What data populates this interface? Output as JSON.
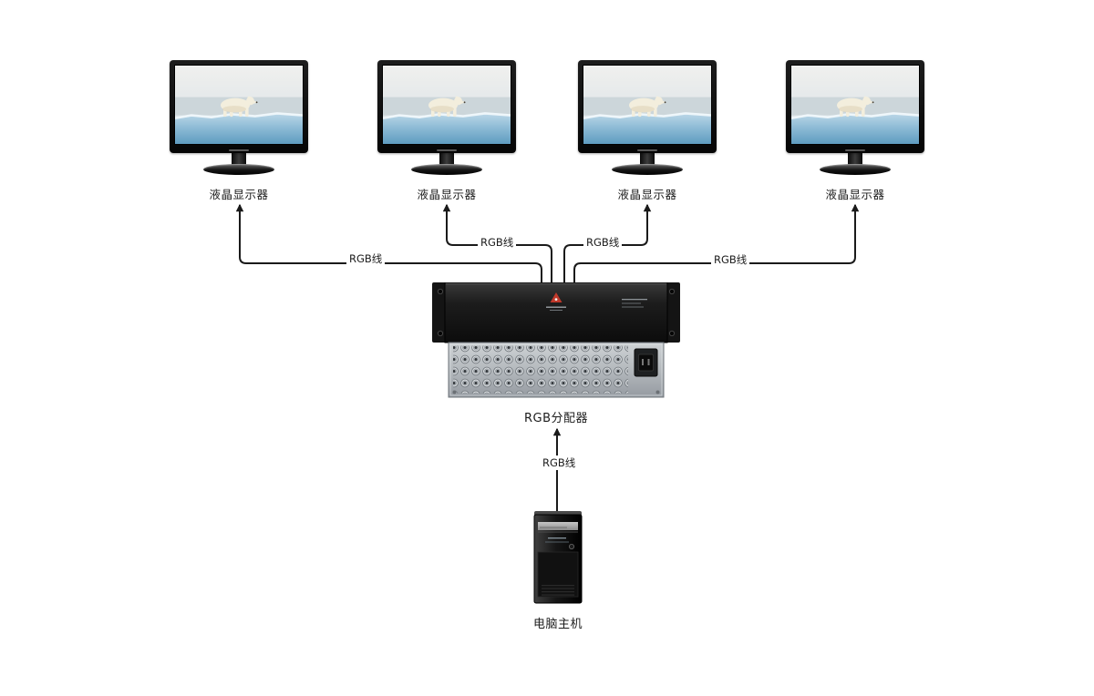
{
  "diagram": {
    "monitors": [
      {
        "label": "液晶显示器"
      },
      {
        "label": "液晶显示器"
      },
      {
        "label": "液晶显示器"
      },
      {
        "label": "液晶显示器"
      }
    ],
    "cables": {
      "outer_left": "RGB线",
      "inner_left": "RGB线",
      "inner_right": "RGB线",
      "outer_right": "RGB线",
      "pc": "RGB线"
    },
    "splitter": {
      "label": "RGB分配器"
    },
    "computer": {
      "label": "电脑主机"
    },
    "colors": {
      "line": "#1a1a1a",
      "background": "#ffffff",
      "ice_blue": "#6aa3c4",
      "bear_fur": "#f3eedd",
      "rack_face_gray": "#a9aeb3"
    }
  }
}
